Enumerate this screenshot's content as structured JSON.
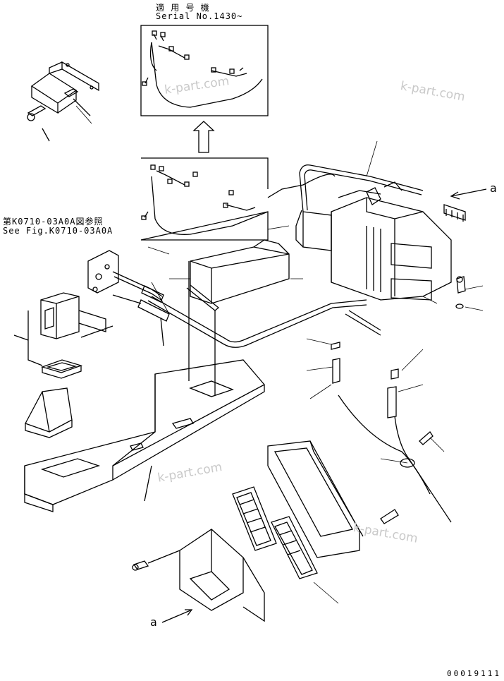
{
  "header": {
    "applicable_label": "適 用 号 機",
    "serial_label": "Serial No.1430~"
  },
  "reference": {
    "jp": "第K0710-03A0A図参照",
    "en": "See Fig.K0710-03A0A"
  },
  "callouts": {
    "a_right": "a",
    "a_bottom": "a"
  },
  "watermarks": [
    "k-part.com",
    "k-part.com",
    "k-part.com",
    "k-part.com"
  ],
  "figure_code": "00019111",
  "colors": {
    "line": "#000000",
    "watermark": "#c9c9c9",
    "background": "#ffffff"
  }
}
